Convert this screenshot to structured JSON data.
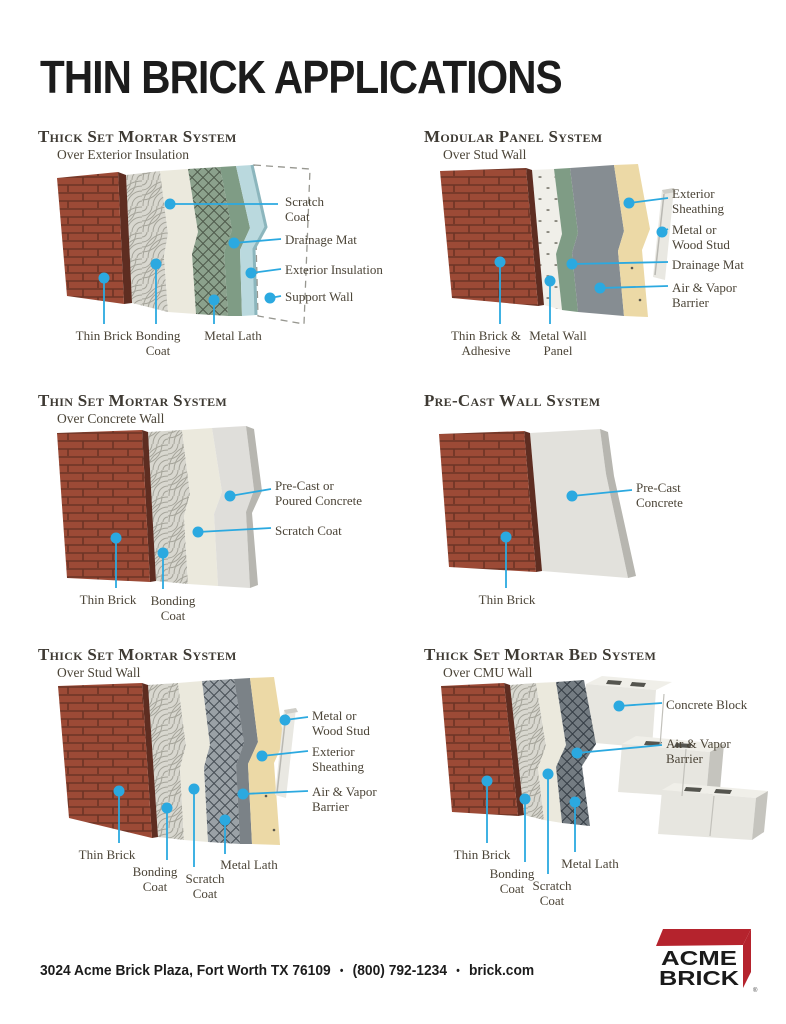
{
  "page": {
    "title": "THIN BRICK APPLICATIONS"
  },
  "colors": {
    "leader_blue": "#2ba9e0",
    "brick": "#9c4a36",
    "brick_mortar": "#6d3425",
    "scratch_coat": "#ebe9dd",
    "drainage_green": "#7f9c85",
    "insulation_blue": "#bad9de",
    "sheathing_tan": "#ecd9a6",
    "barrier_gray": "#7b8287",
    "logo_red": "#b5232d",
    "heading_text": "#3e3a33",
    "label_text": "#4b4437"
  },
  "sections": [
    {
      "title": "Thick Set Mortar System",
      "subtitle": "Over Exterior Insulation",
      "labels": [
        "Scratch\nCoat",
        "Drainage Mat",
        "Exterior Insulation",
        "Support Wall",
        "Thin Brick",
        "Bonding\nCoat",
        "Metal Lath"
      ]
    },
    {
      "title": "Modular Panel System",
      "subtitle": "Over Stud Wall",
      "labels": [
        "Exterior\nSheathing",
        "Metal or\nWood Stud",
        "Drainage Mat",
        "Air & Vapor\nBarrier",
        "Thin Brick &\nAdhesive",
        "Metal Wall\nPanel"
      ]
    },
    {
      "title": "Thin Set Mortar System",
      "subtitle": "Over Concrete Wall",
      "labels": [
        "Pre-Cast or\nPoured Concrete",
        "Scratch Coat",
        "Thin Brick",
        "Bonding\nCoat"
      ]
    },
    {
      "title": "Pre-Cast Wall System",
      "subtitle": "",
      "labels": [
        "Pre-Cast\nConcrete",
        "Thin Brick"
      ]
    },
    {
      "title": "Thick Set Mortar System",
      "subtitle": "Over Stud Wall",
      "labels": [
        "Metal or\nWood Stud",
        "Exterior\nSheathing",
        "Air & Vapor\nBarrier",
        "Thin Brick",
        "Bonding\nCoat",
        "Scratch\nCoat",
        "Metal Lath"
      ]
    },
    {
      "title": "Thick Set Mortar Bed System",
      "subtitle": "Over CMU Wall",
      "labels": [
        "Concrete Block",
        "Air & Vapor\nBarrier",
        "Thin Brick",
        "Bonding\nCoat",
        "Scratch\nCoat",
        "Metal Lath"
      ]
    }
  ],
  "footer": {
    "address": "3024 Acme Brick Plaza, Fort Worth TX 76109",
    "phone": "(800) 792-1234",
    "website": "brick.com",
    "separator": "•",
    "logo_line1": "ACME",
    "logo_line2": "BRICK",
    "logo_mark": "®"
  }
}
